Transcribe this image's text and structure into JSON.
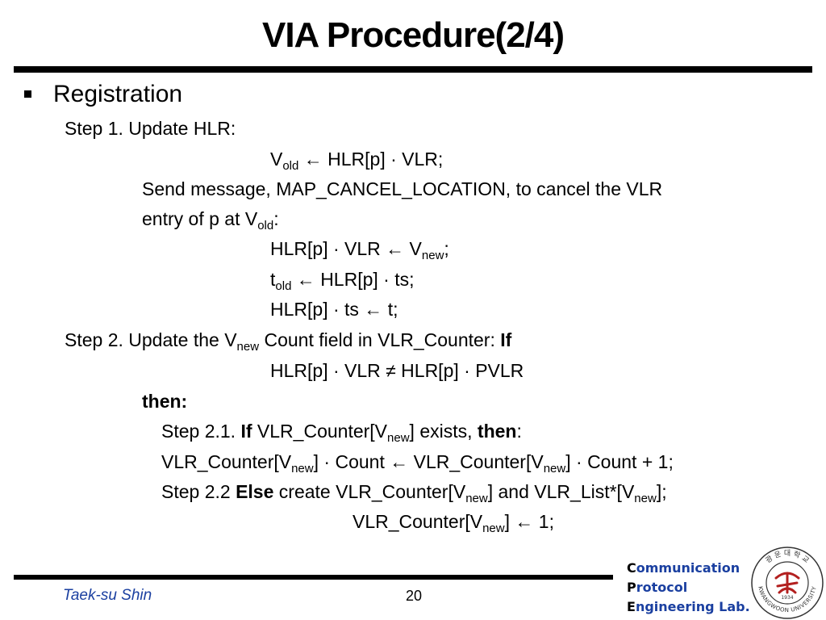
{
  "slide": {
    "title": "VIA Procedure(2/4)",
    "bullet": "Registration",
    "page_number": "20",
    "author": "Taek-su Shin"
  },
  "lab": {
    "line1_initial": "C",
    "line1_rest": "ommunication",
    "line2_initial": "P",
    "line2_rest": "rotocol",
    "line3_initial": "E",
    "line3_rest": "ngineering Lab."
  },
  "seal": {
    "korean_text": "광 운 대 학 교",
    "english_text": "KWANGWOON UNIVERSITY",
    "year": "1934"
  },
  "content": {
    "step1_heading": "Step 1. Update HLR:",
    "l_vold_v": "V",
    "l_vold_sub": "old",
    "l_vold_rest": " ← HLR[p] · VLR;",
    "l_send": "Send message, MAP_CANCEL_LOCATION, to cancel the VLR",
    "l_entry_a": "entry of p at V",
    "l_entry_sub": "old",
    "l_entry_b": ":",
    "l_hlrvlr_a": "HLR[p] · VLR ← V",
    "l_hlrvlr_sub": "new",
    "l_hlrvlr_b": ";",
    "l_told_a": "t",
    "l_told_sub": "old",
    "l_told_b": " ← HLR[p] · ts;",
    "l_ts": "HLR[p] · ts ← t;",
    "step2_a": "Step 2. Update the V",
    "step2_sub": "new",
    "step2_b": " Count field in VLR_Counter: ",
    "step2_if": "If",
    "l_cond": "HLR[p] · VLR ≠ HLR[p] · PVLR",
    "l_then": "then:",
    "s21_a": "Step 2.1. ",
    "s21_if": "If",
    "s21_b": " VLR_Counter[V",
    "s21_sub": "new",
    "s21_c": "] exists, ",
    "s21_then": "then",
    "s21_d": ":",
    "cnt_a": "VLR_Counter[V",
    "cnt_sub1": "new",
    "cnt_b": "] · Count ← VLR_Counter[V",
    "cnt_sub2": "new",
    "cnt_c": "] · Count + 1;",
    "s22_a": "Step 2.2 ",
    "s22_else": "Else",
    "s22_b": " create VLR_Counter[V",
    "s22_sub1": "new",
    "s22_c": "] and VLR_List*[V",
    "s22_sub2": "new",
    "s22_d": "];",
    "init_a": "VLR_Counter[V",
    "init_sub": "new",
    "init_b": "] ← 1;"
  }
}
